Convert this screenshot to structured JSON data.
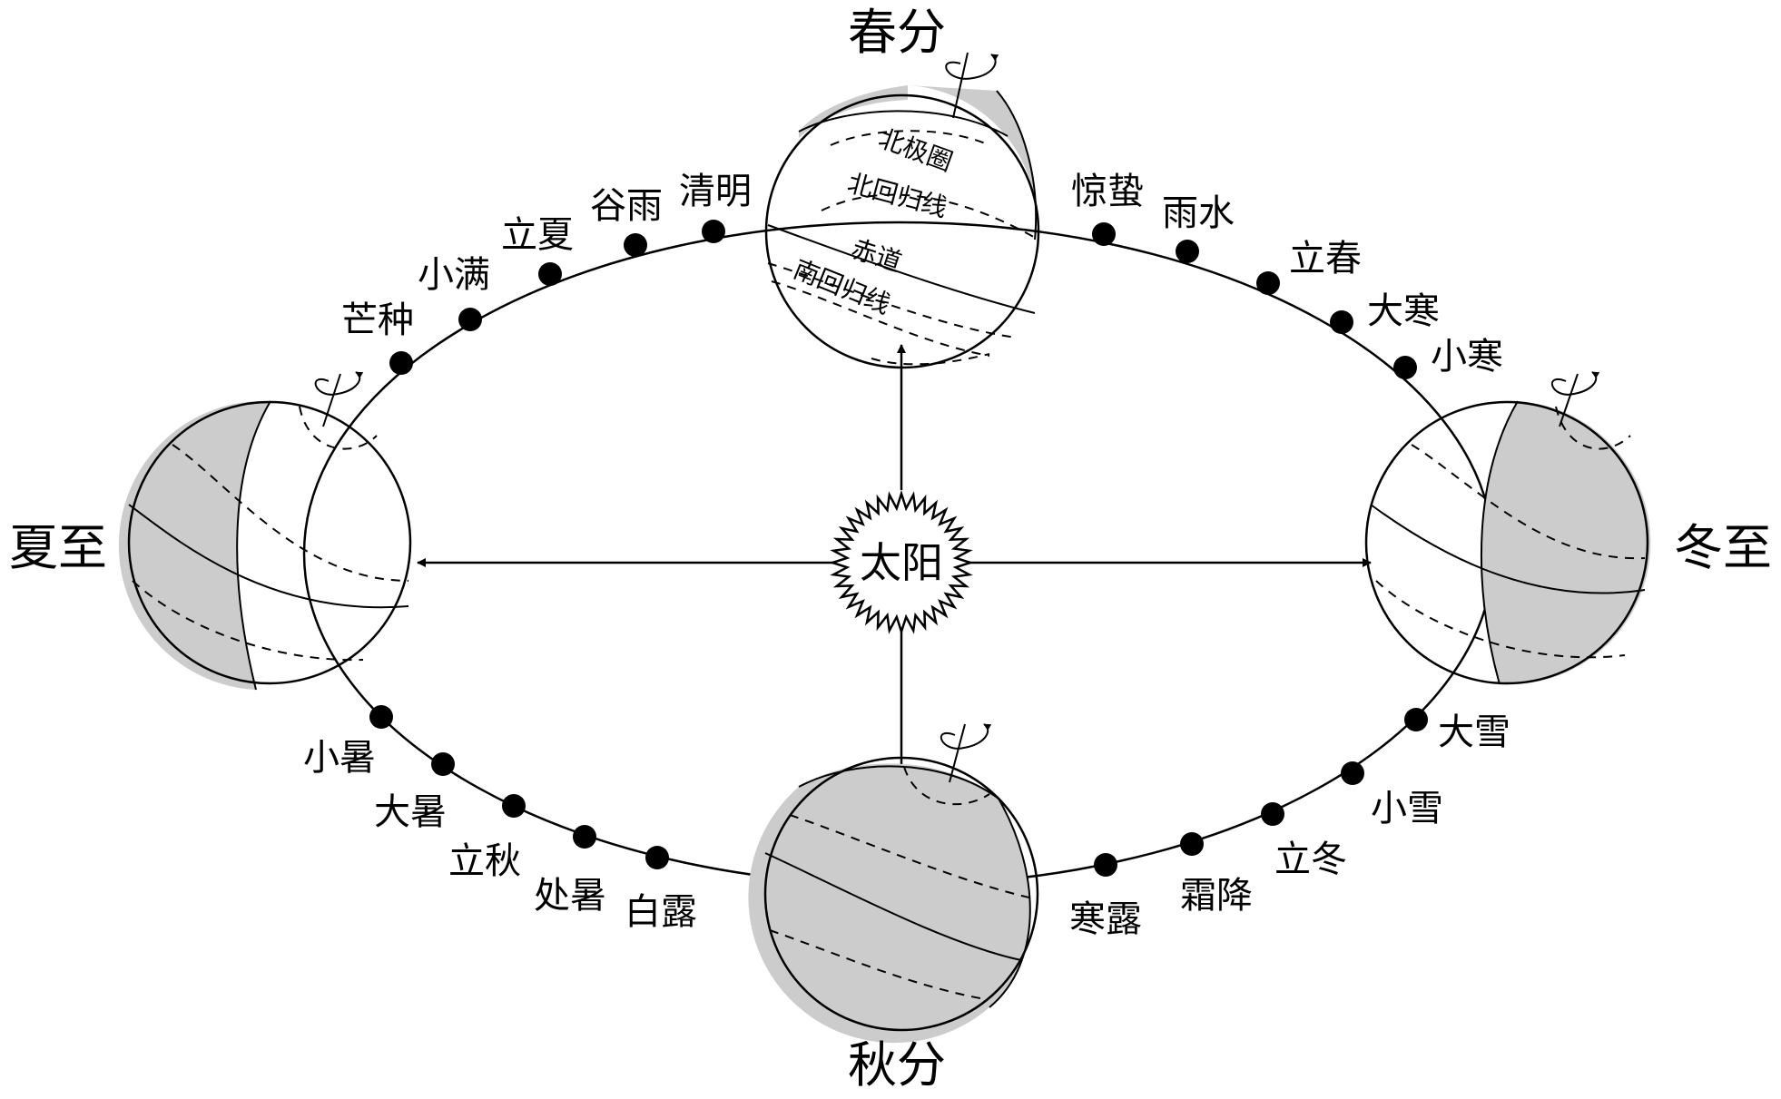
{
  "sun": {
    "label": "太阳"
  },
  "seasons": {
    "spring": "春分",
    "summer": "夏至",
    "autumn": "秋分",
    "winter": "冬至"
  },
  "globe_labels": {
    "arctic_circle": "北极圈",
    "tropic_cancer": "北回归线",
    "equator": "赤道",
    "tropic_capricorn": "南回归线"
  },
  "solar_terms": [
    "清明",
    "谷雨",
    "立夏",
    "小满",
    "芒种",
    "惊蛰",
    "雨水",
    "立春",
    "大寒",
    "小寒",
    "小暑",
    "大暑",
    "立秋",
    "处暑",
    "白露",
    "大雪",
    "小雪",
    "立冬",
    "霜降",
    "寒露"
  ],
  "colors": {
    "shade": "#cccccc",
    "line": "#000000",
    "background": "#ffffff"
  }
}
